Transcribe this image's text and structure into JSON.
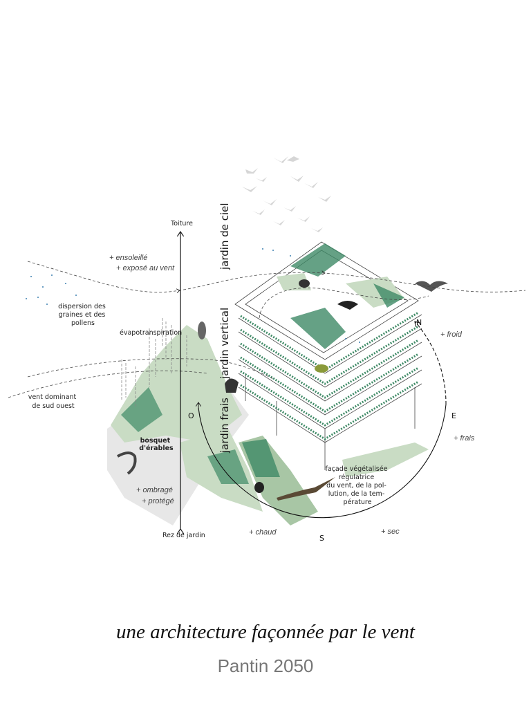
{
  "colors": {
    "pale_green": "#c9dcc4",
    "mid_green": "#a8c6a5",
    "dark_green": "#3f8a66",
    "bird_grey": "#d4d4d4"
  },
  "axis": {
    "top": "Toiture",
    "bottom": "Rez de jardin"
  },
  "zones": {
    "sky": "jardin de ciel",
    "vertical": "jardin vertical",
    "fresh": "jardin frais"
  },
  "labels": {
    "sunny": "+ ensoleillé",
    "exposed": "+ exposé au vent",
    "dispersion": [
      "dispersion des",
      "graines et des",
      "pollens"
    ],
    "evapo": "évapotranspiration",
    "wind": [
      "vent dominant",
      "de sud ouest"
    ],
    "grove": [
      "bosquet",
      "d'érables"
    ],
    "shaded": "+ ombragé",
    "protected": "+ protégé",
    "facade": [
      "façade végétalisée",
      "régulatrice",
      "du vent, de la pol-",
      "lution, de la tem-",
      "pérature"
    ],
    "cold": "+ froid",
    "cool": "+ frais",
    "hot": "+ chaud",
    "dry": "+ sec"
  },
  "compass": {
    "n": "N",
    "e": "E",
    "s": "S",
    "o": "O"
  },
  "title": "une architecture façonnée par le vent",
  "subtitle": "Pantin 2050"
}
